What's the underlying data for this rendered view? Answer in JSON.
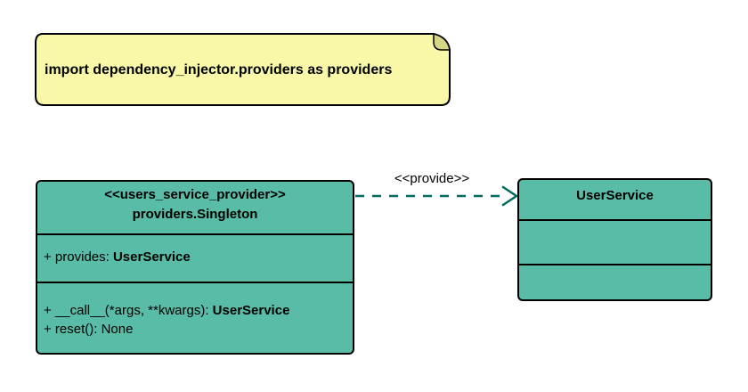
{
  "note": {
    "text": "import dependency_injector.providers as providers"
  },
  "provider_class": {
    "stereotype": "<<users_service_provider>>",
    "name": "providers.Singleton",
    "attribute_prefix": "+ provides: ",
    "attribute_type": "UserService",
    "method1_prefix": "+ __call__(*args, **kwargs): ",
    "method1_type": "UserService",
    "method2": "+ reset(): None"
  },
  "service_class": {
    "name": "UserService"
  },
  "arrow": {
    "label": "<<provide>>"
  },
  "colors": {
    "class_fill": "#58BCA7",
    "note_fill": "#F8F8A8",
    "note_fold": "#D6D687",
    "arrow": "#006B5C",
    "border": "#000000",
    "text": "#000000"
  }
}
